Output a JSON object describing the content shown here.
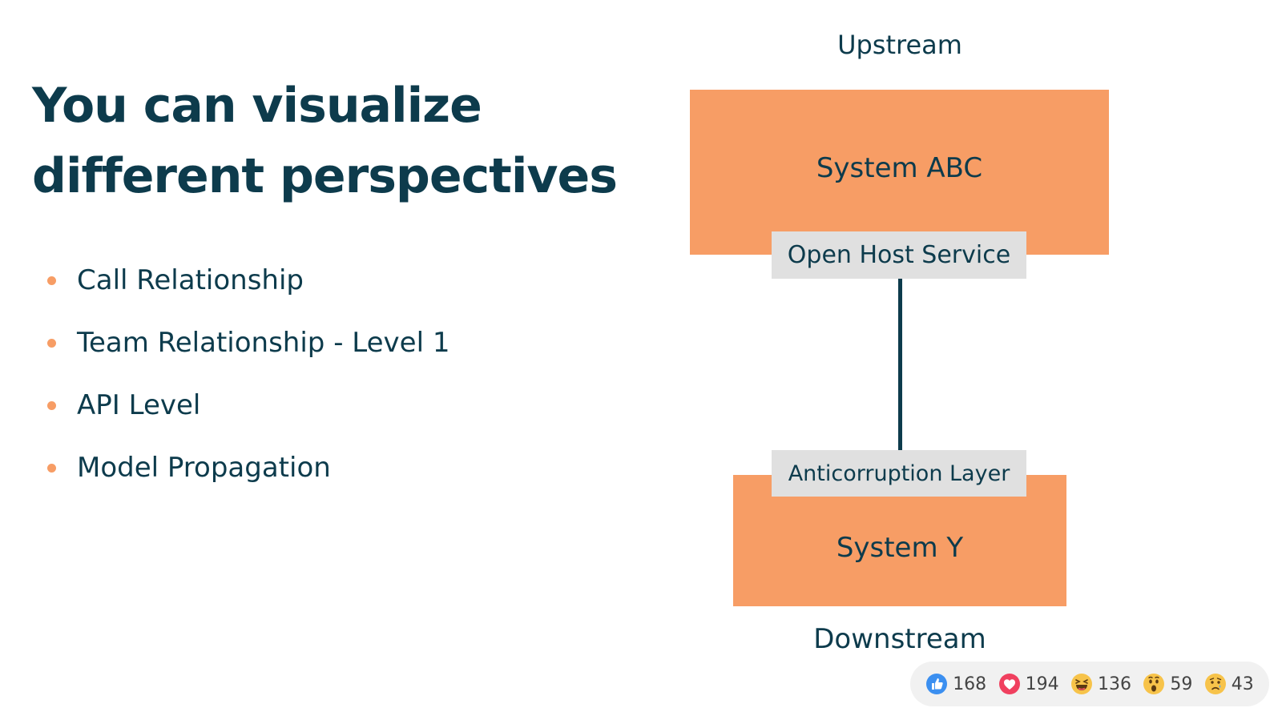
{
  "title": {
    "line1": "You can visualize",
    "line2": "different perspectives"
  },
  "bullets": [
    "Call Relationship",
    "Team Relationship - Level 1",
    "API Level",
    "Model Propagation"
  ],
  "diagram": {
    "upstream_label": "Upstream",
    "downstream_label": "Downstream",
    "system_abc": "System ABC",
    "open_host_service": "Open Host Service",
    "anticorruption_layer": "Anticorruption Layer",
    "system_y": "System Y"
  },
  "reactions": {
    "like": "168",
    "love": "194",
    "haha": "136",
    "wow": "59",
    "sad": "43"
  },
  "colors": {
    "primary_text": "#0d3b4c",
    "box_fill": "#f79d65",
    "tag_fill": "#e0e0e0",
    "bullet_dot": "#f79d65"
  }
}
